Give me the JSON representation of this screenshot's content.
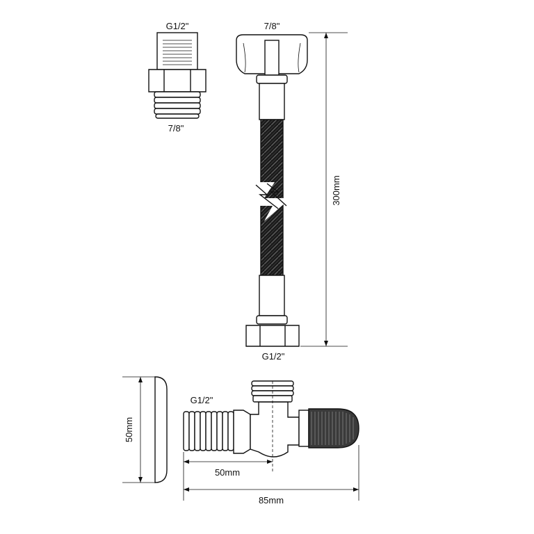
{
  "adapter": {
    "top_label": "G1/2\"",
    "bottom_label": "7/8\""
  },
  "hose": {
    "top_label": "7/8\"",
    "bottom_label": "G1/2\"",
    "length_label": "300mm"
  },
  "valve": {
    "inlet_label": "G1/2\"",
    "height_label": "50mm",
    "offset_label": "50mm",
    "width_label": "85mm"
  }
}
